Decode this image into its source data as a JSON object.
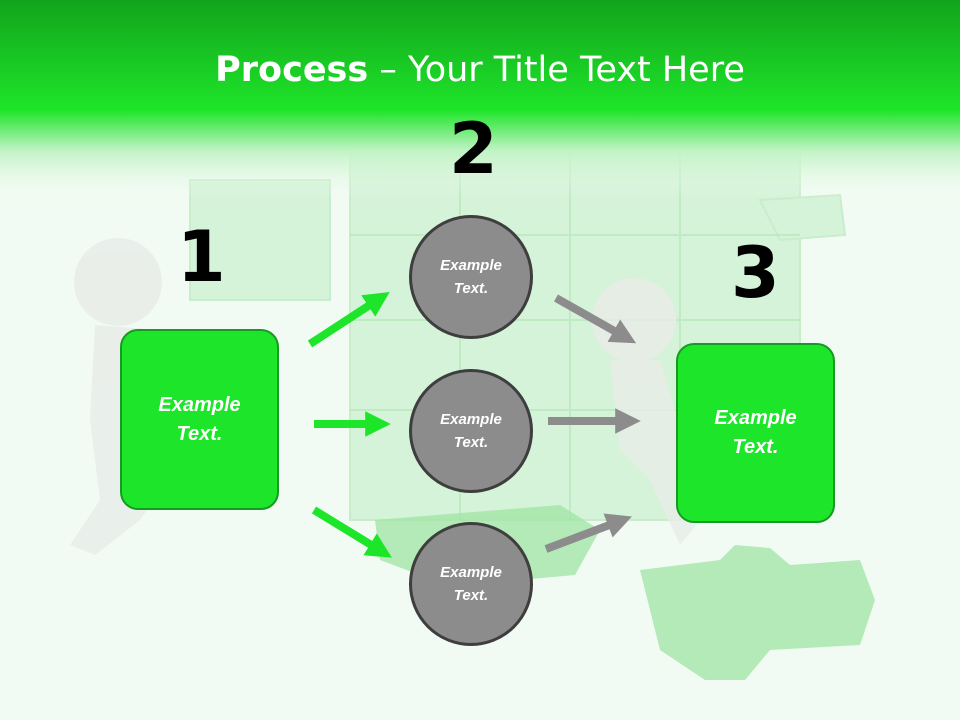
{
  "title": {
    "bold": "Process",
    "rest": " – Your Title Text Here"
  },
  "steps": {
    "one": {
      "number": "1",
      "text": "Example\nText."
    },
    "two": {
      "number": "2",
      "items": [
        "Example\nText.",
        "Example\nText.",
        "Example\nText."
      ]
    },
    "three": {
      "number": "3",
      "text": "Example\nText."
    }
  },
  "colors": {
    "header": "#1ee529",
    "box": "#1de52a",
    "circle": "#8c8c8c",
    "arrow_green": "#1de52a",
    "arrow_gray": "#8c8c8c"
  }
}
